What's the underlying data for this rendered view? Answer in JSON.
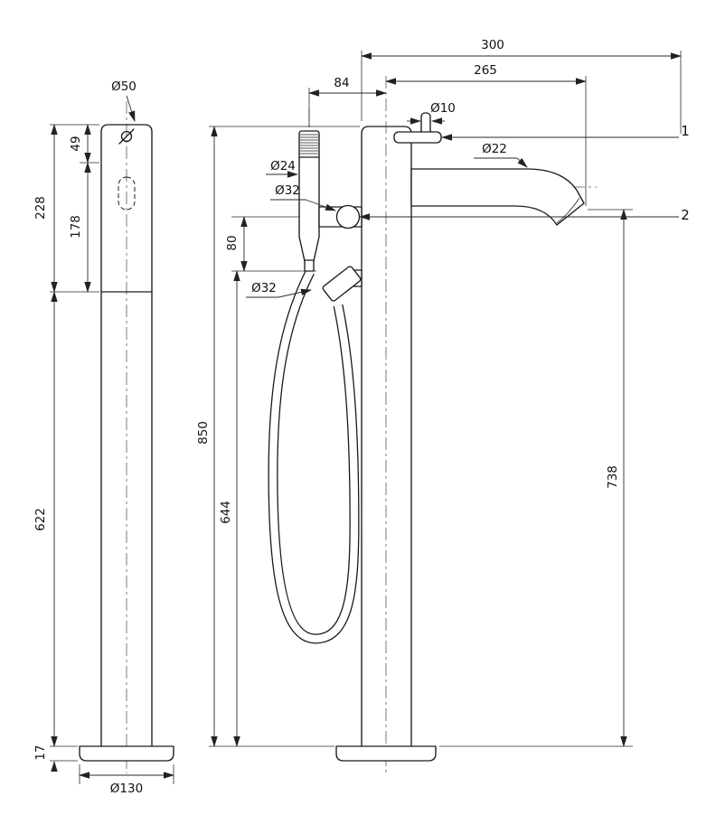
{
  "page": {
    "background": "#ffffff",
    "line_color": "#1a1a1a"
  },
  "left_view": {
    "dia_top": "Ø50",
    "dim_top_section": "49",
    "dim_upper": "228",
    "dim_mid": "178",
    "dim_lower": "622",
    "dim_base_height": "17",
    "dia_base": "Ø130"
  },
  "front_view": {
    "dim_shower_offset": "84",
    "dim_spout_reach": "300",
    "dim_spout_inner": "265",
    "dia_handle": "Ø10",
    "dia_spout": "Ø22",
    "dia_shower": "Ø24",
    "dia_holder": "Ø32",
    "dim_holder_gap": "80",
    "dia_outlet": "Ø32",
    "dim_total_height": "850",
    "dim_outlet_height": "644",
    "dim_spout_height": "738",
    "callout_spout": "1",
    "callout_holder": "2"
  }
}
